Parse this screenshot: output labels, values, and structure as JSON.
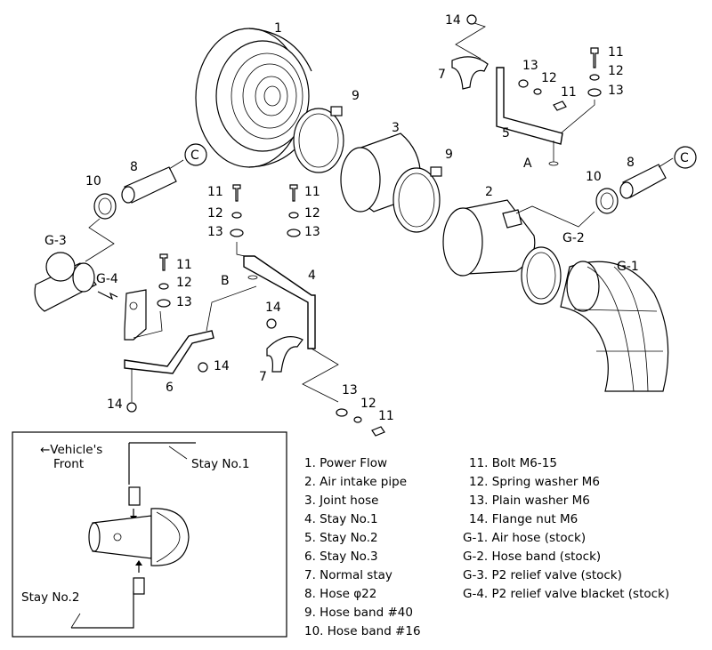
{
  "callouts": {
    "n1": "1",
    "n2": "2",
    "n3": "3",
    "n4": "4",
    "n5": "5",
    "n6": "6",
    "n7a": "7",
    "n7b": "7",
    "n8a": "8",
    "n8b": "8",
    "n9a": "9",
    "n9b": "9",
    "n10a": "10",
    "n10b": "10",
    "n11a": "11",
    "n11b": "11",
    "n11c": "11",
    "n11d": "11",
    "n11e": "11",
    "n12a": "12",
    "n12b": "12",
    "n12c": "12",
    "n12d": "12",
    "n12e": "12",
    "n13a": "13",
    "n13b": "13",
    "n13c": "13",
    "n13d": "13",
    "n13e": "13",
    "n14a": "14",
    "n14b": "14",
    "n14c": "14",
    "n14d": "14",
    "c1": "C",
    "c2": "C",
    "A": "A",
    "B": "B",
    "g1": "G-1",
    "g2": "G-2",
    "g3": "G-3",
    "g4": "G-4"
  },
  "inset": {
    "front": "←Vehicle's",
    "front2": "Front",
    "stay1": "Stay No.1",
    "stay2": "Stay No.2"
  },
  "legend_left": [
    "1. Power Flow",
    "2. Air intake pipe",
    "3. Joint hose",
    "4. Stay  No.1",
    "5. Stay   No.2",
    "6. Stay   No.3",
    "7. Normal stay",
    "8. Hose  φ22",
    "9. Hose band  #40",
    "10. Hose band  #16"
  ],
  "legend_right": [
    "11. Bolt  M6-15",
    "12. Spring washer  M6",
    "13. Plain washer  M6",
    "14. Flange nut  M6",
    "G-1. Air hose (stock)",
    "G-2. Hose band (stock)",
    "G-3. P2 relief valve (stock)",
    "G-4. P2 relief valve blacket (stock)"
  ]
}
